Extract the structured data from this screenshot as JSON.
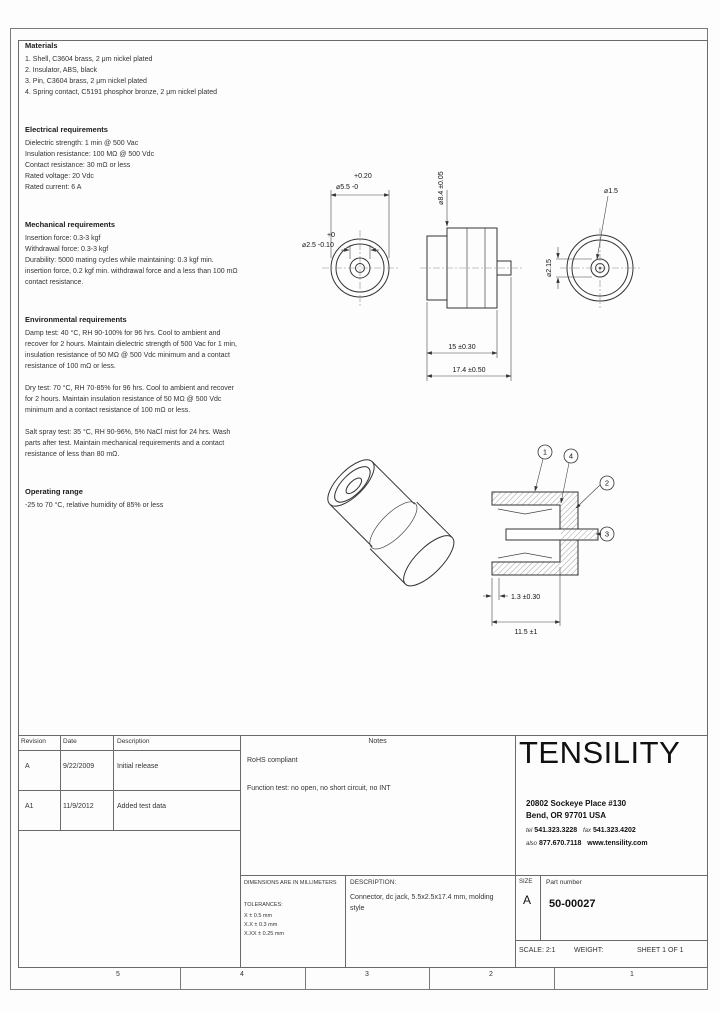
{
  "sections": {
    "materials": {
      "title": "Materials",
      "items": [
        "1. Shell, C3604 brass, 2 μm nickel plated",
        "2. Insulator, ABS, black",
        "3. Pin, C3604 brass, 2 μm nickel plated",
        "4. Spring contact, C5191 phosphor bronze, 2 μm nickel plated"
      ]
    },
    "electrical": {
      "title": "Electrical requirements",
      "lines": [
        "Dielectric strength: 1 min @ 500 Vac",
        "Insulation resistance: 100 MΩ @ 500 Vdc",
        "Contact resistance: 30 mΩ or less",
        "Rated voltage: 20 Vdc",
        "Rated current: 6 A"
      ]
    },
    "mechanical": {
      "title": "Mechanical requirements",
      "lines": [
        "Insertion force: 0.3-3 kgf",
        "Withdrawal force: 0.3-3 kgf"
      ],
      "durability": "Durability: 5000 mating cycles while maintaining: 0.3 kgf min. insertion force, 0.2 kgf min. withdrawal force and a less than 100 mΩ contact resistance."
    },
    "environmental": {
      "title": "Environmental requirements",
      "paragraphs": [
        "Damp test: 40 °C, RH 90-100% for 96 hrs. Cool to ambient and recover for 2 hours. Maintain dielectric strength of 500 Vac for 1 min, insulation resistance of 50 MΩ @ 500 Vdc minimum and a contact resistance of 100 mΩ or less.",
        "Dry test: 70 °C, RH 70-85% for 96 hrs. Cool to ambient and recover for 2 hours. Maintain insulation resistance of 50 MΩ @ 500 Vdc minimum and a contact resistance of 100 mΩ or less.",
        "Salt spray test: 35 °C, RH 90-96%, 5% NaCl mist for 24 hrs. Wash parts after test. Maintain mechanical requirements and a contact resistance of less than 80 mΩ."
      ]
    },
    "operating": {
      "title": "Operating range",
      "lines": [
        "-25 to 70 °C, relative humidity of 85% or less"
      ]
    }
  },
  "drawing": {
    "dim_55_tol": "+0.20",
    "dim_55": "⌀5.5 -0",
    "dim_25_tol": "+0",
    "dim_25": "⌀2.5 -0.10",
    "dim_84": "⌀8.4 ±0.05",
    "dim_15": "15 ±0.30",
    "dim_174": "17.4 ±0.50",
    "dim_d15": "⌀1.5",
    "dim_215": "⌀2.15",
    "dim_13": "1.3 ±0.30",
    "dim_115": "11.5 ±1",
    "balloons": [
      "1",
      "4",
      "2",
      "3"
    ]
  },
  "revision_table": {
    "headers": [
      "Revision",
      "Date",
      "Description"
    ],
    "rows": [
      {
        "rev": "A",
        "date": "9/22/2009",
        "desc": "Initial release"
      },
      {
        "rev": "A1",
        "date": "11/9/2012",
        "desc": "Added test data"
      }
    ]
  },
  "notes": {
    "title": "Notes",
    "lines": [
      "RoHS compliant",
      "Function test: no open, no short circuit, no INT"
    ]
  },
  "company": {
    "brand": "TENSILITY",
    "address1": "20802 Sockeye Place #130",
    "address2": "Bend, OR 97701 USA",
    "tel_label": "tel",
    "tel": "541.323.3228",
    "fax_label": "fax",
    "fax": "541.323.4202",
    "toll_label": "also",
    "toll": "877.670.7118",
    "web": "www.tensility.com"
  },
  "title_block": {
    "dims_note": "DIMENSIONS ARE IN MILLIMETERS",
    "tolerances_title": "TOLERANCES:",
    "tolerances": [
      "X      ± 0.5 mm",
      "X.X   ± 0.3 mm",
      "X.XX ± 0.25 mm"
    ],
    "description_label": "DESCRIPTION:",
    "description": "Connector, dc jack, 5.5x2.5x17.4 mm, molding style",
    "size_label": "SIZE",
    "size": "A",
    "part_number_label": "Part number",
    "part_number": "50-00027",
    "scale": "SCALE: 2:1",
    "weight": "WEIGHT:",
    "sheet": "SHEET 1 OF 1"
  },
  "zones": [
    "5",
    "4",
    "3",
    "2",
    "1"
  ]
}
